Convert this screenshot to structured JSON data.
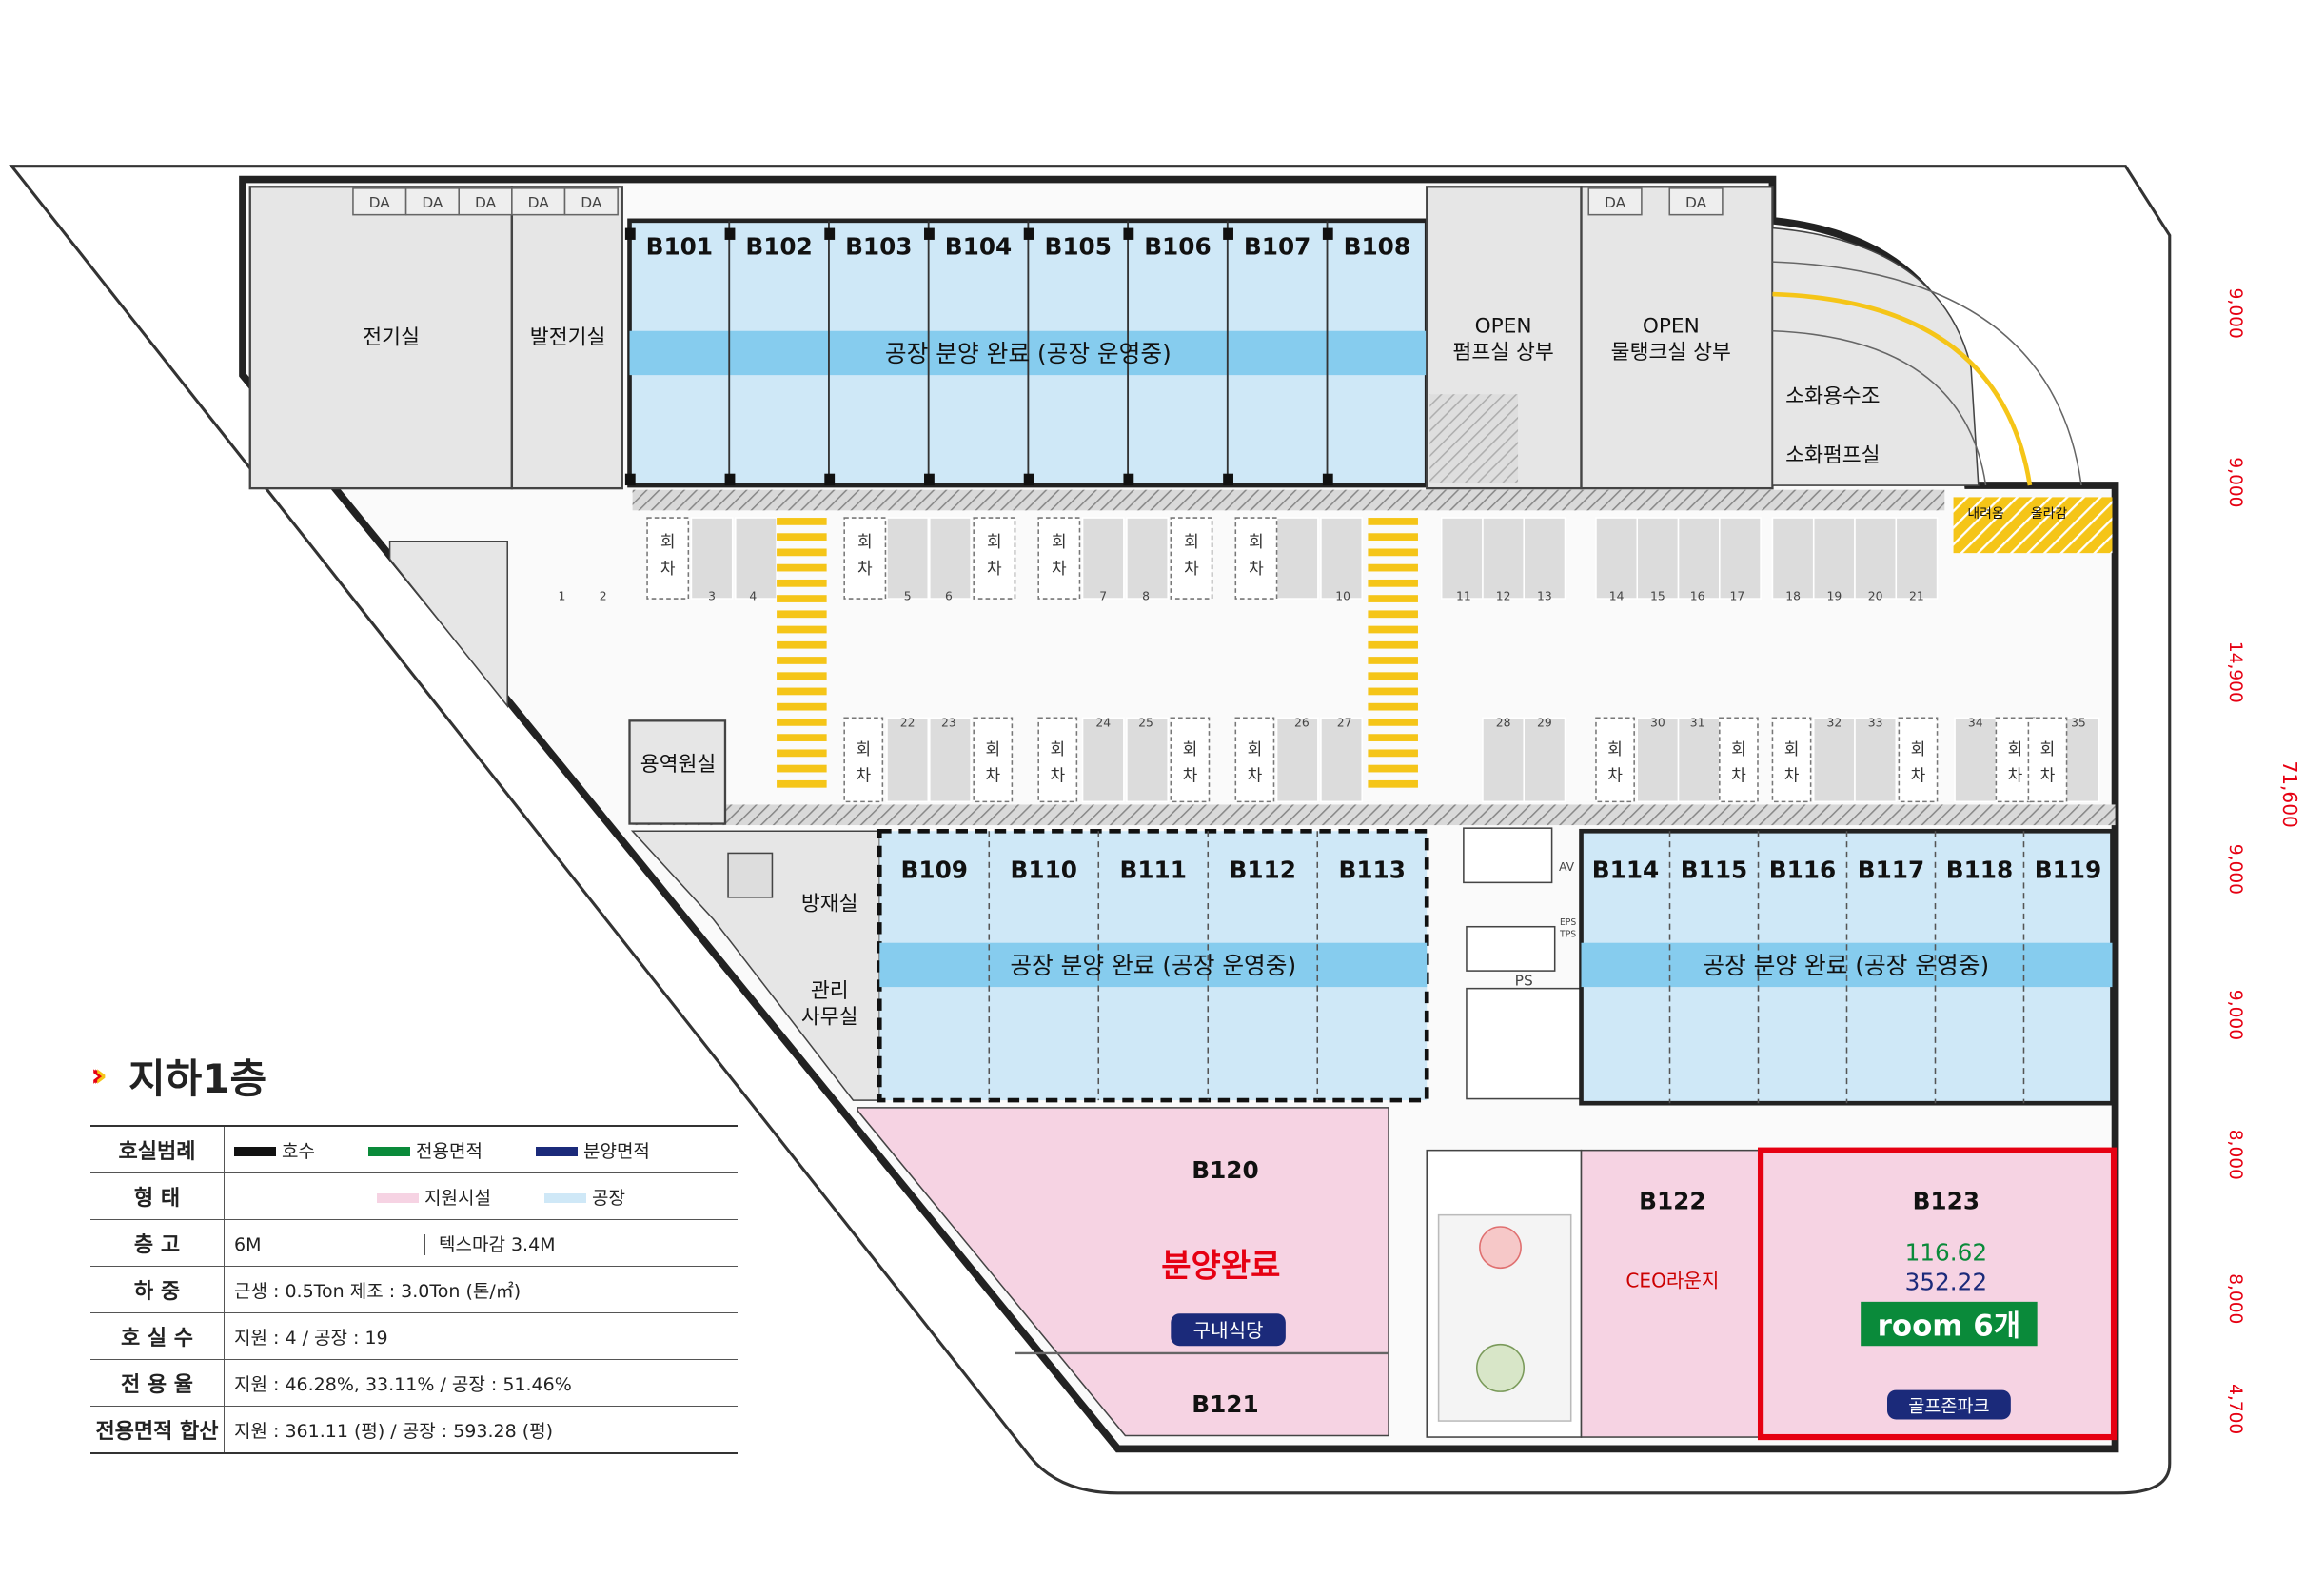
{
  "floor_title": "지하1층",
  "units_top": [
    "B101",
    "B102",
    "B103",
    "B104",
    "B105",
    "B106",
    "B107",
    "B108"
  ],
  "units_mid_left": [
    "B109",
    "B110",
    "B111",
    "B112",
    "B113"
  ],
  "units_mid_right": [
    "B114",
    "B115",
    "B116",
    "B117",
    "B118",
    "B119"
  ],
  "units_bottom": {
    "b120": "B120",
    "b121": "B121",
    "b122": "B122",
    "b123": "B123"
  },
  "banner_text": "공장 분양 완료 (공장 운영중)",
  "rooms": {
    "electric": "전기실",
    "generator": "발전기실",
    "pump_upper_open": "OPEN",
    "pump_upper": "펌프실 상부",
    "tank_upper_open": "OPEN",
    "tank_upper": "물탱크실 상부",
    "fire_tank": "소화용수조",
    "fire_pump": "소화펌프실",
    "down_ramp": "내려옴",
    "up_ramp": "올라감",
    "service": "용역원실",
    "disaster": "방재실",
    "mgmt_1": "관리",
    "mgmt_2": "사무실",
    "ps": "PS",
    "av": "AV",
    "eps": "EPS",
    "tps": "TPS",
    "da": "DA"
  },
  "b120_status": "분양완료",
  "b120_tag": "구내식당",
  "b122_label": "CEO라운지",
  "b123_area_exclusive": "116.62",
  "b123_area_sale": "352.22",
  "b123_room_badge": "room 6개",
  "b123_tag": "골프존파크",
  "turn_label_1": "회",
  "turn_label_2": "차",
  "parking_top": [
    "1",
    "2",
    "3",
    "4",
    "5",
    "6",
    "7",
    "8",
    "10",
    "11",
    "12",
    "13",
    "14",
    "15",
    "16",
    "17",
    "18",
    "19",
    "20",
    "21"
  ],
  "parking_bottom": [
    "22",
    "23",
    "24",
    "25",
    "26",
    "27",
    "28",
    "29",
    "30",
    "31",
    "32",
    "33",
    "34",
    "35"
  ],
  "dimensions_segments": [
    "9,000",
    "9,000",
    "14,900",
    "9,000",
    "9,000",
    "8,000",
    "8,000",
    "4,700"
  ],
  "dimension_total": "71,600",
  "legend": {
    "rows": [
      {
        "key": "호실범례"
      },
      {
        "key": "형 태"
      },
      {
        "key": "층 고",
        "v1": "6M",
        "v2": "텍스마감 3.4M"
      },
      {
        "key": "하 중",
        "v1": "근생 : 0.5Ton  제조 : 3.0Ton (톤/㎡)"
      },
      {
        "key": "호 실 수",
        "v1": "지원 : 4 / 공장 : 19"
      },
      {
        "key": "전 용 율",
        "v1": "지원 : 46.28%, 33.11% / 공장 : 51.46%"
      },
      {
        "key": "전용면적 합산",
        "v1": "지원 : 361.11 (평) / 공장 : 593.28 (평)"
      }
    ],
    "unit_no": "호수",
    "exclusive_area": "전용면적",
    "sale_area": "분양면적",
    "support": "지원시설",
    "factory": "공장"
  },
  "colors": {
    "factory": "#cfe8f7",
    "banner": "#86ccee",
    "support": "#f6d3e3",
    "grey": "#e6e6e6",
    "hatch": "#999999",
    "yellow": "#f5c518",
    "red": "#e60012",
    "navy": "#1b2a7a",
    "green": "#0a8a3a"
  }
}
